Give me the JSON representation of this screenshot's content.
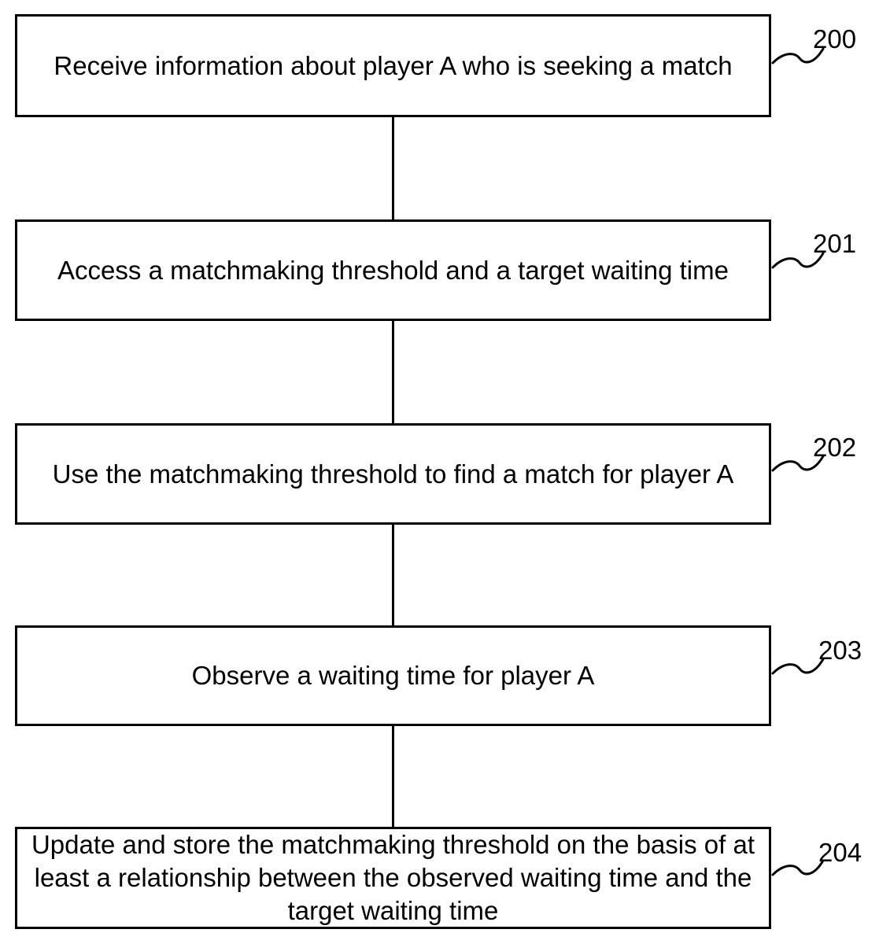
{
  "steps": [
    {
      "ref": "200",
      "text": "Receive information about player A who is seeking a match"
    },
    {
      "ref": "201",
      "text": "Access a matchmaking threshold and a target waiting time"
    },
    {
      "ref": "202",
      "text": "Use the matchmaking threshold to find a match for player A"
    },
    {
      "ref": "203",
      "text": "Observe a waiting time for player A"
    },
    {
      "ref": "204",
      "text": "Update and store the matchmaking threshold on the basis of at least a relationship between the observed waiting time and the target waiting time"
    }
  ]
}
